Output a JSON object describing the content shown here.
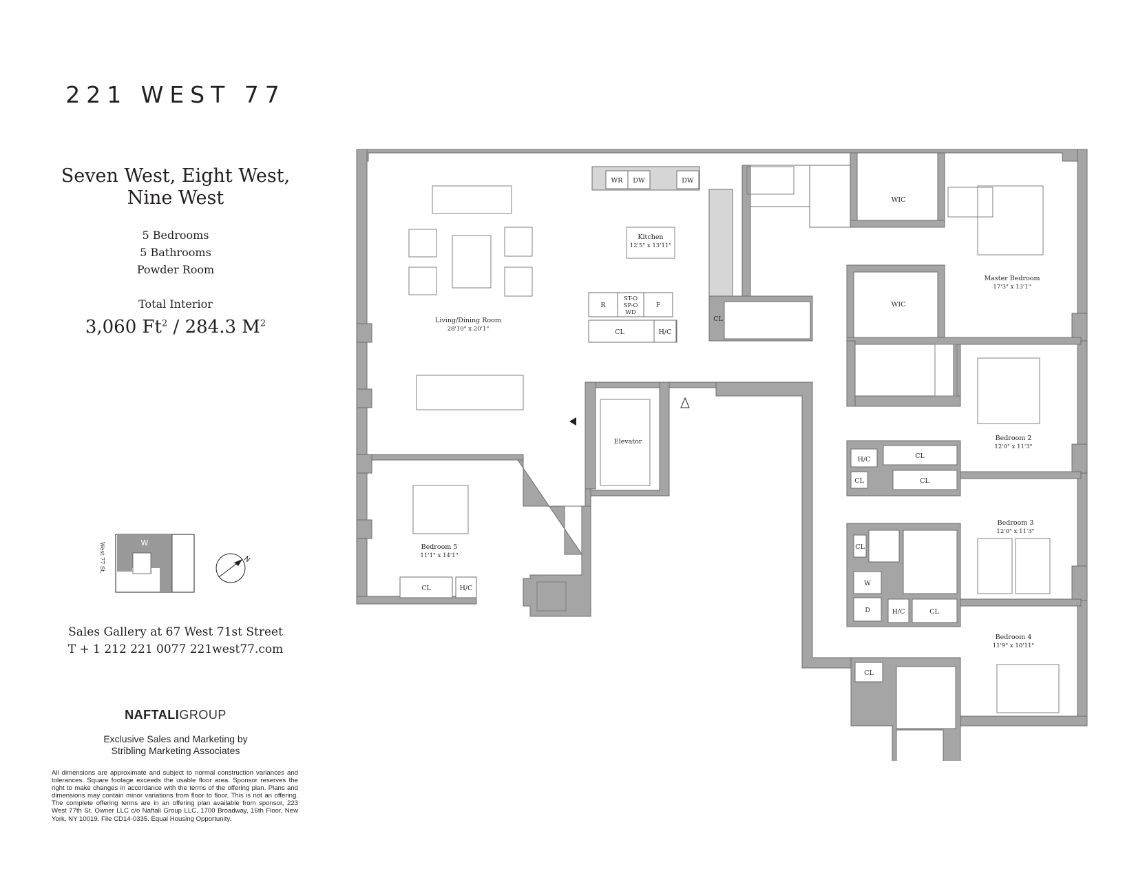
{
  "brand": "221 WEST 77",
  "units": {
    "line1": "Seven West, Eight West,",
    "line2": "Nine West"
  },
  "features": {
    "bedrooms": "5 Bedrooms",
    "bathrooms": "5 Bathrooms",
    "powder": "Powder Room"
  },
  "interior": {
    "label": "Total Interior",
    "area_ft": "3,060 Ft",
    "area_m": "284.3 M",
    "sup": "2"
  },
  "keymap": {
    "wing": "W",
    "street": "West 77 St.",
    "north": "N"
  },
  "sales": {
    "gallery": "Sales Gallery at 67 West 71st Street",
    "contact": "T + 1 212 221 0077  221west77.com"
  },
  "developer": {
    "bold": "NAFTALI",
    "light": "GROUP"
  },
  "marketing": {
    "line1": "Exclusive Sales and Marketing by",
    "line2": "Stribling Marketing Associates"
  },
  "disclaimer": "All dimensions are approximate and subject to normal construction variances and tolerances. Square footage exceeds the usable floor area. Sponsor reserves the right to make changes in accordance with the terms of the offering plan. Plans and dimensions may contain minor variations from floor to floor. This is not an offering. The complete offering terms are in an offering plan available from sponsor, 223 West 77th St. Owner LLC c/o Naftali Group LLC, 1700 Broadway, 16th Floor, New York, NY 10019. File CD14-0335. Equal Housing Opportunity.",
  "rooms": {
    "living": {
      "name": "Living/Dining Room",
      "dim": "28'10\" x 20'1\""
    },
    "kitchen": {
      "name": "Kitchen",
      "dim": "12'5\" x 13'11\""
    },
    "bedroom5": {
      "name": "Bedroom 5",
      "dim": "11'1\" x 14'1\""
    },
    "master": {
      "name": "Master Bedroom",
      "dim": "17'3\" x 13'1\""
    },
    "bedroom2": {
      "name": "Bedroom 2",
      "dim": "12'0\" x 11'3\""
    },
    "bedroom3": {
      "name": "Bedroom 3",
      "dim": "12'0\" x 11'3\""
    },
    "bedroom4": {
      "name": "Bedroom 4",
      "dim": "11'9\" x 10'11\""
    },
    "elevator": "Elevator"
  },
  "fixtures": {
    "wr": "WR",
    "dw": "DW",
    "r": "R",
    "f": "F",
    "st": "ST-O",
    "sp": "SP-O",
    "wd": "WD",
    "cl": "CL",
    "hc": "H/C",
    "wic": "WIC",
    "w": "W",
    "d": "D"
  },
  "colors": {
    "wall": "#a6a5a6",
    "wall_stroke": "#6d6d6d",
    "ink": "#231f20",
    "fixture": "#808080"
  }
}
